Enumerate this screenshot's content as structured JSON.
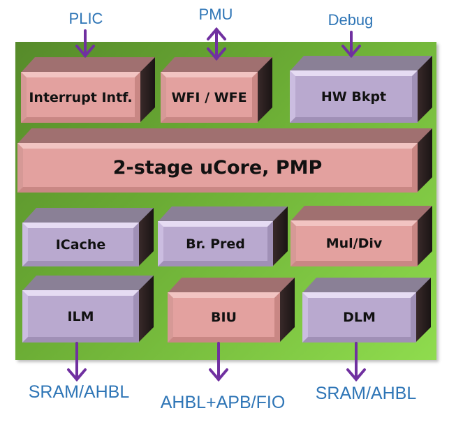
{
  "colors": {
    "arrow": "#7030a0",
    "label": "#2e75b6",
    "pink": "#e3a19f",
    "purple": "#b9a9cf",
    "panel": "#6aab34"
  },
  "top_labels": {
    "plic": "PLIC",
    "pmu": "PMU",
    "debug": "Debug"
  },
  "blocks": {
    "interrupt": "Interrupt Intf.",
    "wfi": "WFI / WFE",
    "hwbkpt": "HW Bkpt",
    "core": "2-stage uCore, PMP",
    "icache": "ICache",
    "brpred": "Br. Pred",
    "muldiv": "Mul/Div",
    "ilm": "ILM",
    "biu": "BIU",
    "dlm": "DLM"
  },
  "bottom_labels": {
    "ilm": "SRAM/AHBL",
    "biu": "AHBL+APB/FIO",
    "dlm": "SRAM/AHBL"
  }
}
